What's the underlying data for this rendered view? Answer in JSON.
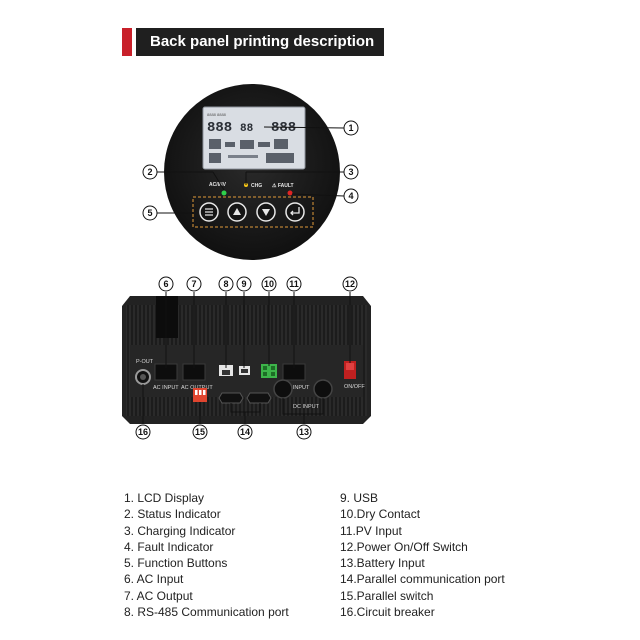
{
  "header": {
    "title": "Back panel printing description",
    "accent_color": "#c8202a"
  },
  "front_panel": {
    "indicators": [
      {
        "label": "AC/INV",
        "color": "#2fd14b"
      },
      {
        "label": "CHG",
        "color": "#f5c518"
      },
      {
        "label": "FAULT",
        "color": "#e02424"
      }
    ],
    "buttons": [
      "menu-icon",
      "up-arrow-icon",
      "down-arrow-icon",
      "enter-icon"
    ]
  },
  "callouts": [
    "1",
    "2",
    "3",
    "4",
    "5",
    "6",
    "7",
    "8",
    "9",
    "10",
    "11",
    "12",
    "13",
    "14",
    "15",
    "16"
  ],
  "legend": {
    "left": [
      "1.  LCD Display",
      "2.  Status Indicator",
      "3.  Charging Indicator",
      "4.  Fault Indicator",
      "5.  Function Buttons",
      "6.  AC Input",
      "7.  AC Output",
      "8.  RS-485 Communication port"
    ],
    "right": [
      "9.  USB",
      "10.Dry Contact",
      "11.PV Input",
      "12.Power On/Off Switch",
      "13.Battery Input",
      "14.Parallel communication port",
      "15.Parallel switch",
      "16.Circuit breaker"
    ]
  }
}
